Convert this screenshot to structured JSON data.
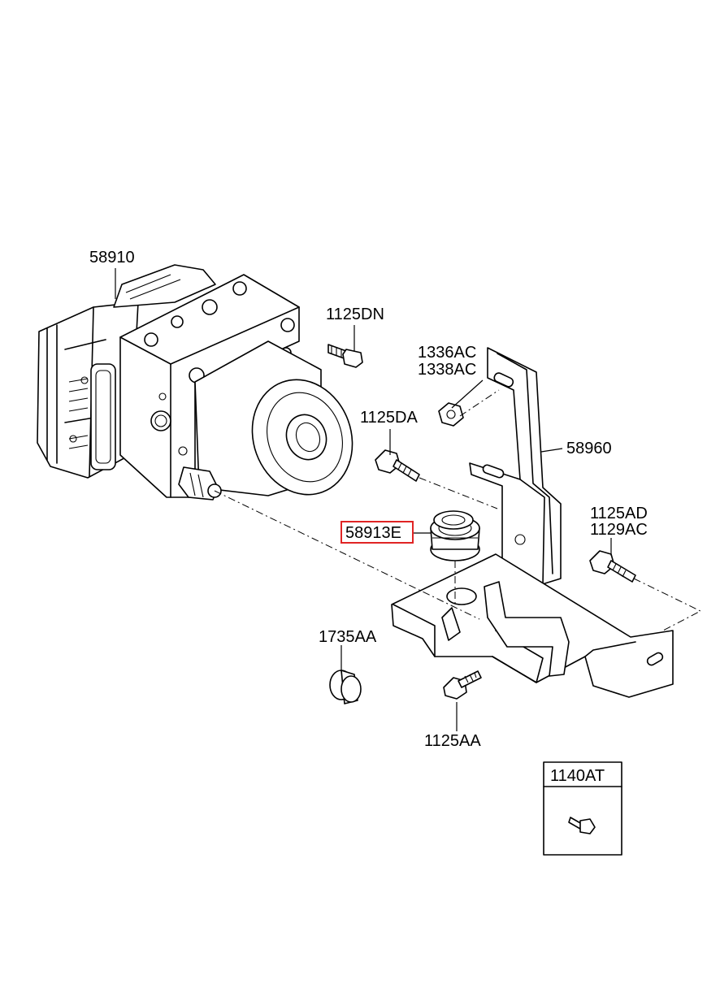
{
  "diagram": {
    "highlight_color": "#e02424",
    "parts": {
      "abs_unit": "58910",
      "bolt_top": "1125DN",
      "nut_line1": "1336AC",
      "nut_line2": "1338AC",
      "bolt_mid": "1125DA",
      "bracket": "58960",
      "bushing": "58913E",
      "bolt_right_line1": "1125AD",
      "bolt_right_line2": "1129AC",
      "grommet": "1735AA",
      "bolt_bottom": "1125AA",
      "inset_bolt": "1140AT"
    }
  }
}
